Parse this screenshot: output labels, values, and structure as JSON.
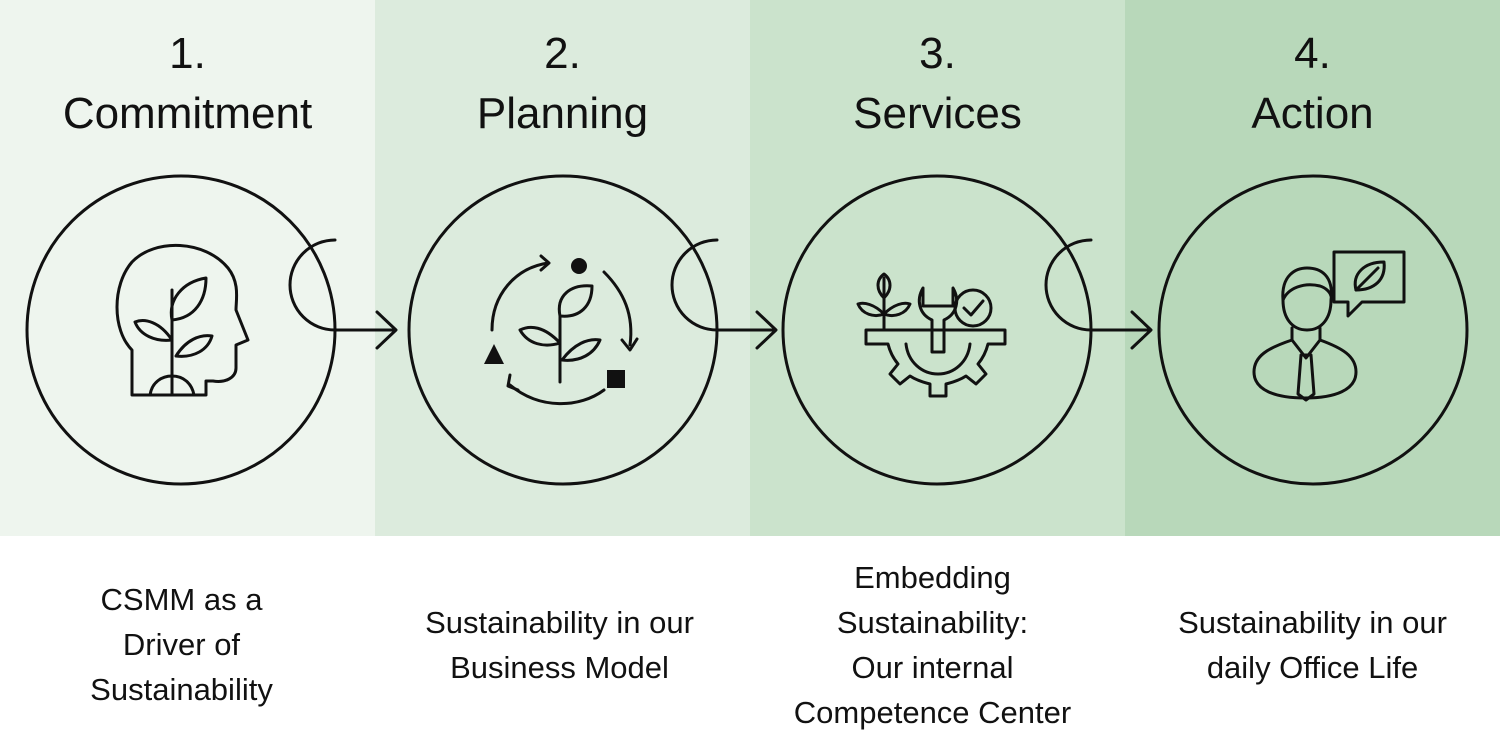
{
  "background": {
    "band_colors": [
      "#eef5ee",
      "#dcebdd",
      "#cbe3cc",
      "#b8d8ba"
    ]
  },
  "steps": [
    {
      "number": "1.",
      "title": "Commitment",
      "icon": "head-plant-icon",
      "description": [
        "CSMM as a",
        "Driver of",
        "Sustainability"
      ]
    },
    {
      "number": "2.",
      "title": "Planning",
      "icon": "plant-cycle-icon",
      "description": [
        "Sustainability in our",
        "Business Model"
      ]
    },
    {
      "number": "3.",
      "title": "Services",
      "icon": "gear-wrench-plant-icon",
      "description": [
        "Embedding",
        "Sustainability:",
        "Our internal",
        "Competence Center"
      ]
    },
    {
      "number": "4.",
      "title": "Action",
      "icon": "businessman-leaf-bubble-icon",
      "description": [
        "Sustainability in our",
        "daily Office Life"
      ]
    }
  ]
}
